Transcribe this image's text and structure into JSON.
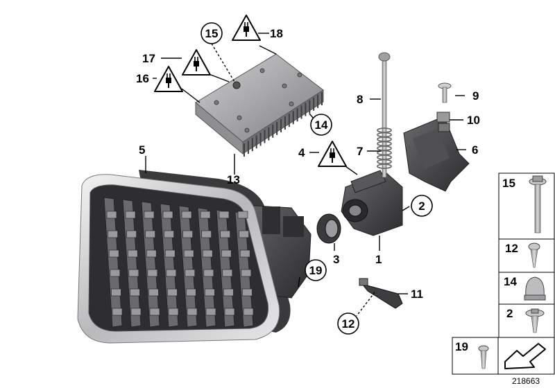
{
  "diagram": {
    "labels": {
      "p1": "1",
      "p2": "2",
      "p3": "3",
      "p4": "4",
      "p5": "5",
      "p6": "6",
      "p7": "7",
      "p8": "8",
      "p9": "9",
      "p10": "10",
      "p11": "11",
      "p12": "12",
      "p13": "13",
      "p14": "14",
      "p15": "15",
      "p16": "16",
      "p17": "17",
      "p18": "18",
      "p19": "19"
    },
    "side_panel": {
      "s15": "15",
      "s12": "12",
      "s14": "14",
      "s2": "2",
      "s19": "19"
    },
    "doc_number": "218663",
    "colors": {
      "ink": "#000000",
      "part_dark": "#3a3a3c",
      "part_mid": "#6e6e70",
      "part_light": "#b8b8ba",
      "chrome": "#d6d6d8",
      "housing": "#a9a9ab"
    }
  }
}
